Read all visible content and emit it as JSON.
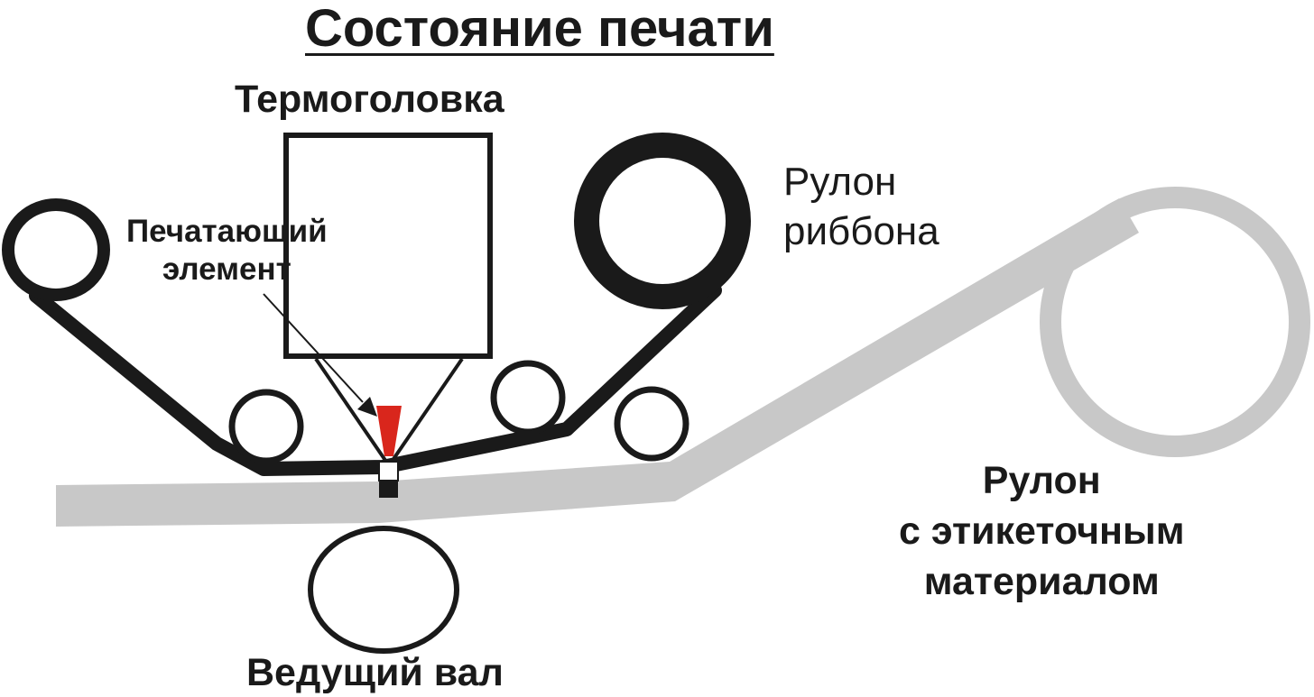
{
  "title": "Состояние печати",
  "labels": {
    "printhead": "Термоголовка",
    "print_element_line1": "Печатающий",
    "print_element_line2": "элемент",
    "ribbon_roll_line1": "Рулон",
    "ribbon_roll_line2": "риббона",
    "label_roll_line1": "Рулон",
    "label_roll_line2": "с этикеточным",
    "label_roll_line3": "материалом",
    "drive_roller": "Ведущий вал"
  },
  "colors": {
    "ribbon": "#1a1a1a",
    "label_stock": "#c8c8c8",
    "print_element": "#d9261c",
    "outline": "#1a1a1a",
    "background": "#ffffff"
  }
}
